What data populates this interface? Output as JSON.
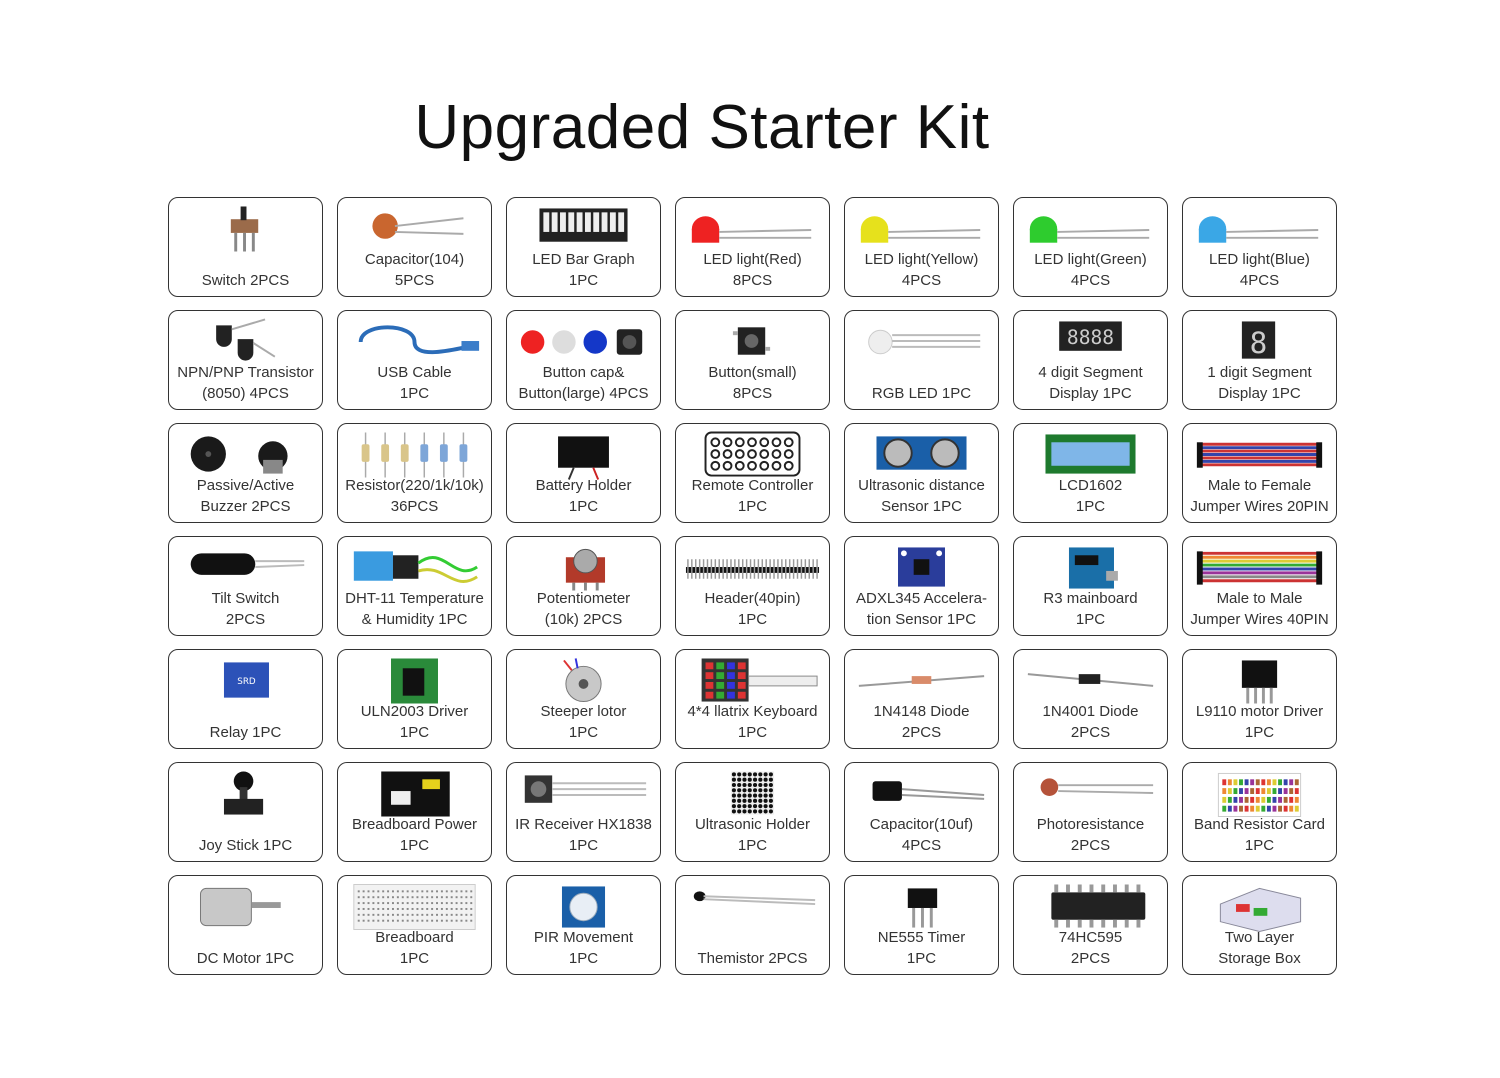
{
  "title": "Upgraded Starter Kit",
  "colors": {
    "border": "#333333",
    "text": "#333333"
  },
  "items": [
    {
      "icon": "switch-icon",
      "label": "Switch   2PCS"
    },
    {
      "icon": "capacitor-104-icon",
      "label": "Capacitor(104)\n5PCS"
    },
    {
      "icon": "led-bar-graph-icon",
      "label": "LED Bar Graph\n1PC"
    },
    {
      "icon": "led-red-icon",
      "label": "LED light(Red)\n8PCS"
    },
    {
      "icon": "led-yellow-icon",
      "label": "LED light(Yellow)\n4PCS"
    },
    {
      "icon": "led-green-icon",
      "label": "LED light(Green)\n4PCS"
    },
    {
      "icon": "led-blue-icon",
      "label": "LED light(Blue)\n4PCS"
    },
    {
      "icon": "transistor-icon",
      "label": "NPN/PNP  Transistor\n(8050)     4PCS"
    },
    {
      "icon": "usb-cable-icon",
      "label": "USB Cable\n1PC"
    },
    {
      "icon": "button-caps-icon",
      "label": "Button cap&\nButton(large)  4PCS"
    },
    {
      "icon": "small-button-icon",
      "label": "Button(small)\n8PCS"
    },
    {
      "icon": "rgb-led-icon",
      "label": "RGB LED   1PC"
    },
    {
      "icon": "four-digit-display-icon",
      "label": "4 digit Segment\nDisplay 1PC"
    },
    {
      "icon": "one-digit-display-icon",
      "label": "1 digit Segment\nDisplay 1PC"
    },
    {
      "icon": "buzzer-icon",
      "label": "Passive/Active\nBuzzer 2PCS"
    },
    {
      "icon": "resistor-icon",
      "label": "Resistor(220/1k/10k)\n36PCS"
    },
    {
      "icon": "battery-holder-icon",
      "label": "Battery Holder\n1PC"
    },
    {
      "icon": "remote-controller-icon",
      "label": "Remote Controller\n1PC"
    },
    {
      "icon": "ultrasonic-sensor-icon",
      "label": "Ultrasonic distance\nSensor  1PC"
    },
    {
      "icon": "lcd1602-icon",
      "label": "LCD1602\n1PC"
    },
    {
      "icon": "jumper-wires-20-icon",
      "label": "Male to Female\nJumper Wires 20PIN"
    },
    {
      "icon": "tilt-switch-icon",
      "label": "Tilt Switch\n2PCS"
    },
    {
      "icon": "dht11-sensor-icon",
      "label": "DHT-11 Temperature\n& Humidity 1PC"
    },
    {
      "icon": "potentiometer-icon",
      "label": "Potentiometer\n(10k) 2PCS"
    },
    {
      "icon": "pin-header-icon",
      "label": "Header(40pin)\n1PC"
    },
    {
      "icon": "adxl345-sensor-icon",
      "label": "ADXL345 Accelera-\ntion Sensor       1PC"
    },
    {
      "icon": "r3-mainboard-icon",
      "label": "R3 mainboard\n1PC"
    },
    {
      "icon": "jumper-wires-40-icon",
      "label": "Male to Male\nJumper Wires 40PIN"
    },
    {
      "icon": "relay-icon",
      "label": "Relay   1PC"
    },
    {
      "icon": "uln2003-driver-icon",
      "label": "ULN2003 Driver\n1PC"
    },
    {
      "icon": "stepper-motor-icon",
      "label": "Steeper lotor\n1PC"
    },
    {
      "icon": "keypad-icon",
      "label": "4*4 llatrix Keyboard\n1PC"
    },
    {
      "icon": "diode-1n4148-icon",
      "label": "1N4148 Diode\n2PCS"
    },
    {
      "icon": "diode-1n4001-icon",
      "label": "1N4001 Diode\n2PCS"
    },
    {
      "icon": "motor-driver-chip-icon",
      "label": "L9110 motor Driver\n1PC"
    },
    {
      "icon": "joystick-icon",
      "label": "Joy Stick   1PC"
    },
    {
      "icon": "breadboard-power-icon",
      "label": "Breadboard Power\n1PC"
    },
    {
      "icon": "ir-receiver-icon",
      "label": "IR Receiver HX1838\n1PC"
    },
    {
      "icon": "led-matrix-icon",
      "label": "Ultrasonic Holder\n1PC"
    },
    {
      "icon": "capacitor-10uf-icon",
      "label": "Capacitor(10uf)\n4PCS"
    },
    {
      "icon": "photoresistor-icon",
      "label": "Photoresistance\n2PCS"
    },
    {
      "icon": "resistor-card-icon",
      "label": "Band Resistor Card\n1PC"
    },
    {
      "icon": "dc-motor-icon",
      "label": "DC Motor 1PC"
    },
    {
      "icon": "breadboard-icon",
      "label": "Breadboard\n1PC"
    },
    {
      "icon": "pir-sensor-icon",
      "label": "PIR Movement\n1PC"
    },
    {
      "icon": "thermistor-icon",
      "label": "Themistor  2PCS"
    },
    {
      "icon": "ne555-chip-icon",
      "label": "NE555 Timer\n1PC"
    },
    {
      "icon": "shift-register-chip-icon",
      "label": "74HC595\n2PCS"
    },
    {
      "icon": "storage-box-icon",
      "label": "Two Layer\nStorage Box"
    }
  ]
}
